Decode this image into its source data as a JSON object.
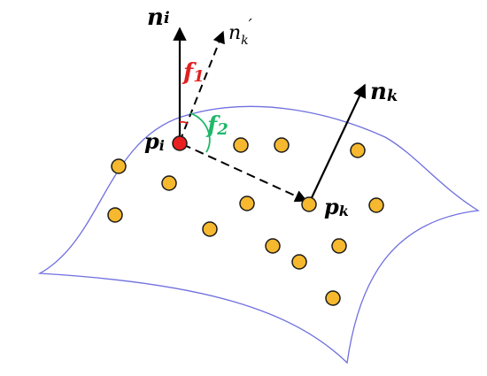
{
  "labels": {
    "n_i": {
      "main": "n",
      "sub": "i"
    },
    "n_k_prime": {
      "main": "n",
      "sub": "k",
      "prime": "′"
    },
    "f1": {
      "main": "f",
      "sub": "1"
    },
    "f2": {
      "main": "f",
      "sub": "2"
    },
    "p_i": {
      "main": "p",
      "sub": "i"
    },
    "n_k": {
      "main": "n",
      "sub": "k"
    },
    "p_k": {
      "main": "p",
      "sub": "k"
    }
  },
  "colors": {
    "surface": "#6f6fe0",
    "point_fill": "#f5b82e",
    "point_stroke": "#1a1a1a",
    "highlight_point": "#e8201f",
    "f1": "#e02020",
    "f2": "#1fb86a",
    "ink": "#000000"
  }
}
